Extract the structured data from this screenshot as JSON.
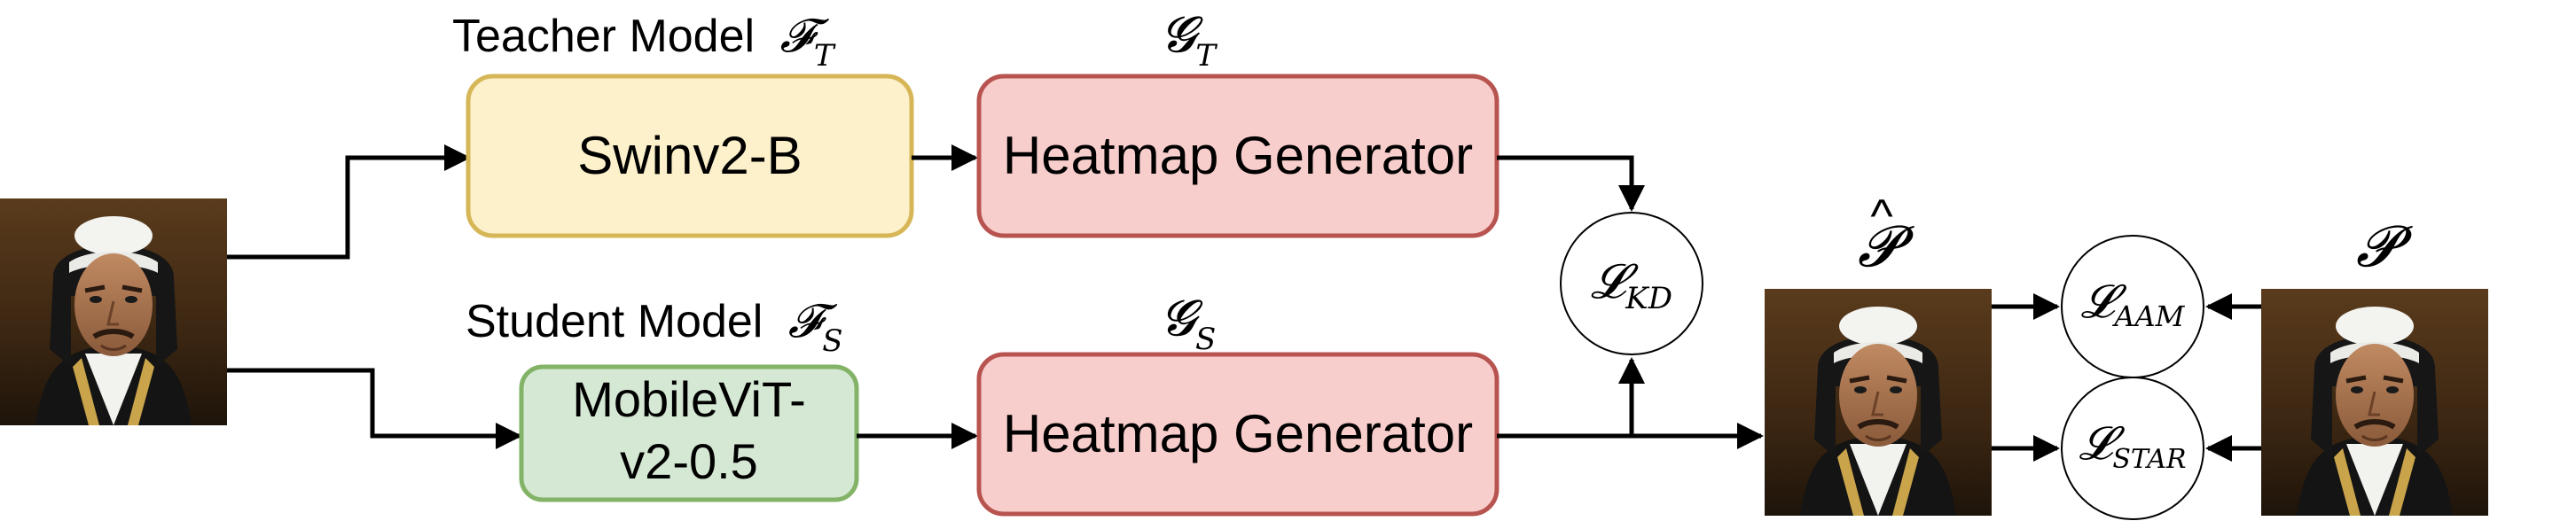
{
  "teacher": {
    "caption": "Teacher Model",
    "symbol": "𝓕",
    "symbol_sub": "T",
    "backbone": "Swinv2-B",
    "generator_symbol": "𝓖",
    "generator_sub": "T",
    "generator": "Heatmap Generator"
  },
  "student": {
    "caption": "Student Model",
    "symbol": "𝓕",
    "symbol_sub": "S",
    "backbone_line1": "MobileViT-",
    "backbone_line2": "v2-0.5",
    "generator_symbol": "𝓖",
    "generator_sub": "S",
    "generator": "Heatmap Generator"
  },
  "losses": {
    "kd": {
      "symbol": "𝓛",
      "sub": "KD"
    },
    "aam": {
      "symbol": "𝓛",
      "sub": "AAM"
    },
    "star": {
      "symbol": "𝓛",
      "sub": "STAR"
    }
  },
  "outputs": {
    "pred_symbol": "𝓟",
    "pred_hat": "^",
    "gt_symbol": "𝓟"
  },
  "colors": {
    "teacher_fill": "#fdf1cc",
    "teacher_stroke": "#d6b656",
    "student_fill": "#d5e8d4",
    "student_stroke": "#82b366",
    "generator_fill": "#f8cecc",
    "generator_stroke": "#b85450"
  },
  "icons": {
    "portrait": "portrait-image"
  }
}
